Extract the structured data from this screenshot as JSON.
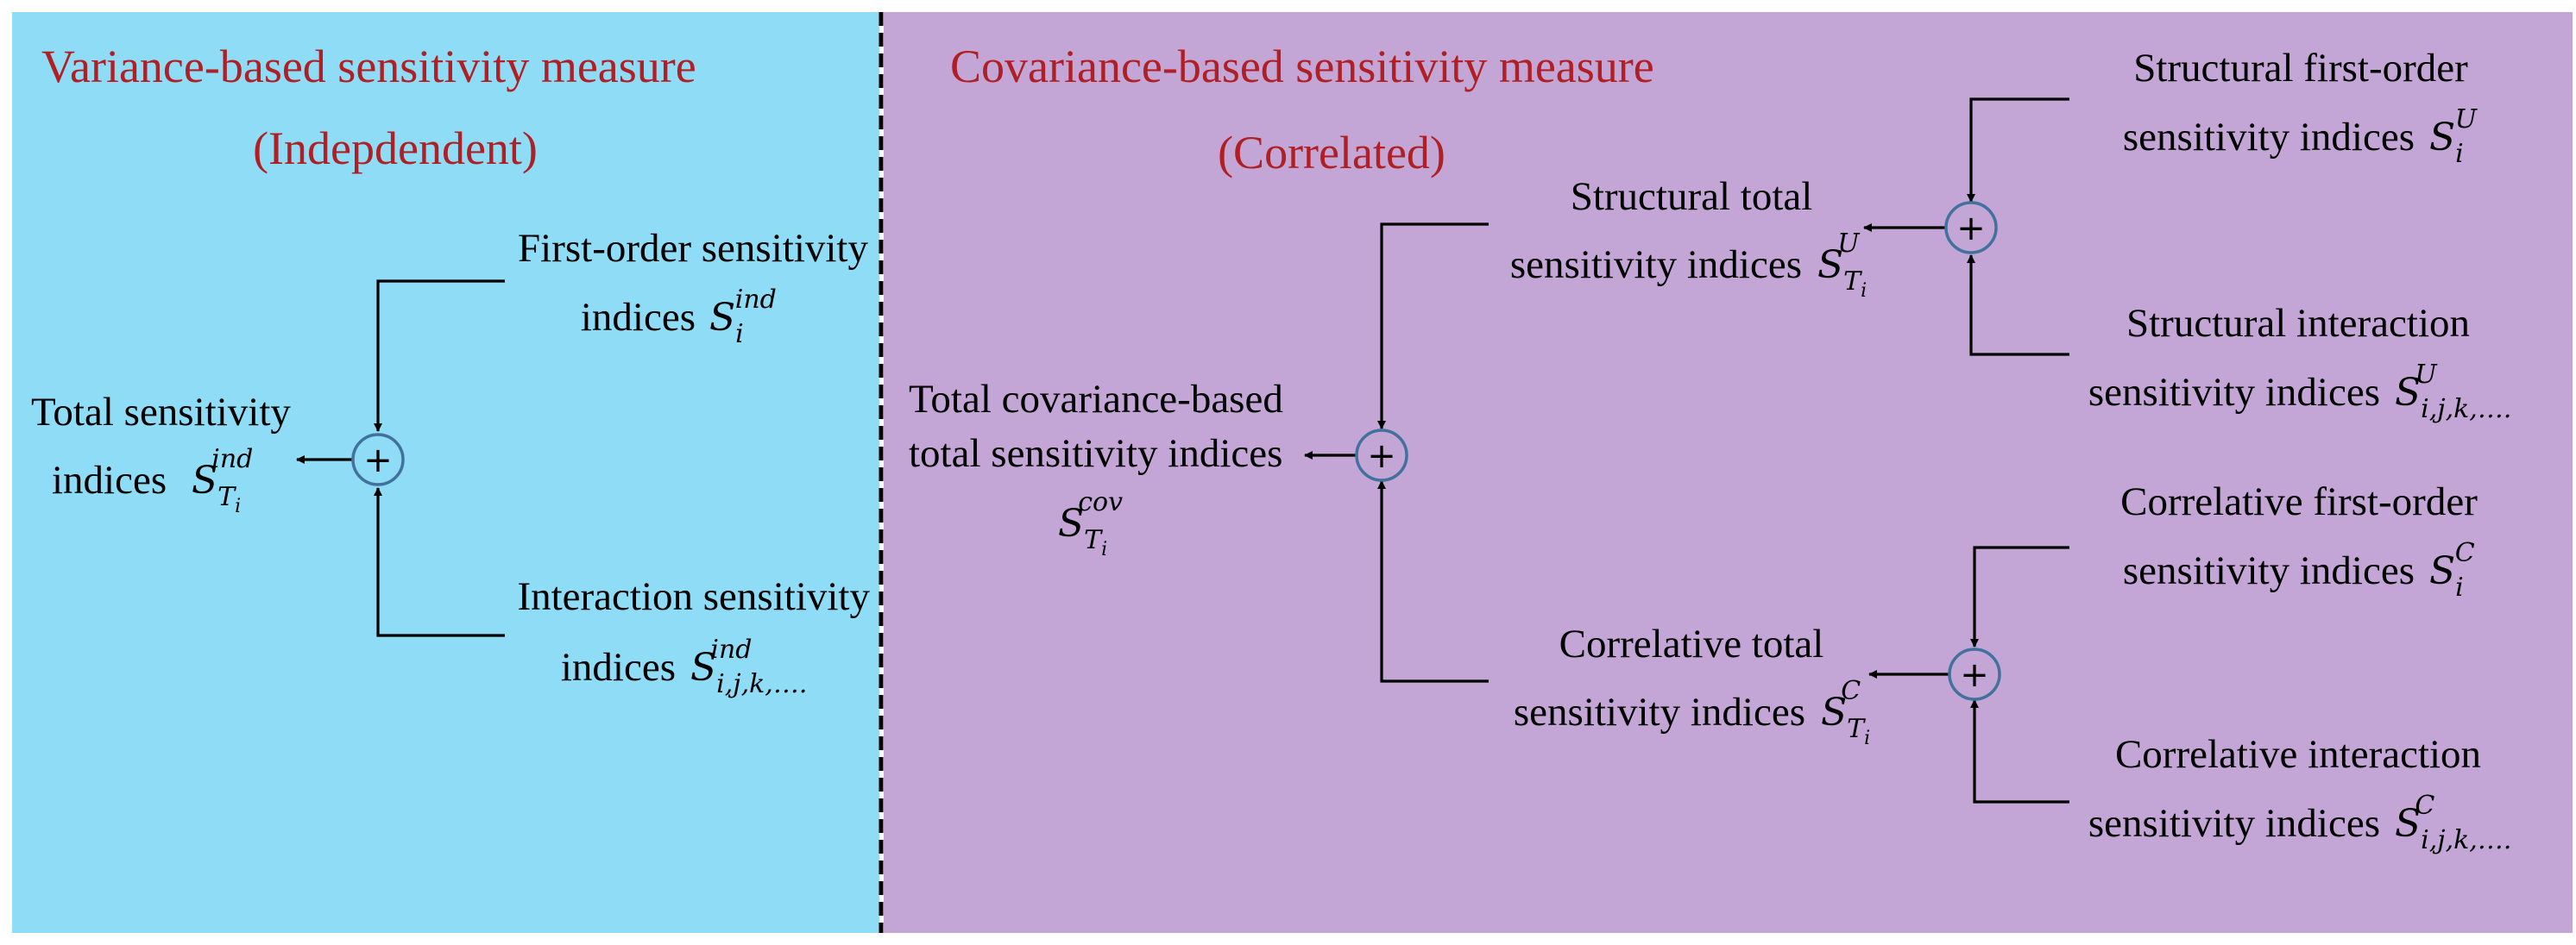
{
  "left_panel": {
    "color": "#8fdcf7",
    "title_line1": "Variance-based sensitivity measure",
    "title_line2": "(Indepdendent)",
    "top_input": {
      "line1": "First-order sensitivity",
      "line2": "indices",
      "symbol": "S",
      "sub": "i",
      "sup": "ind"
    },
    "bottom_input": {
      "line1": "Interaction sensitivity",
      "line2": "indices",
      "symbol": "S",
      "sub": "i,j,k,….",
      "sup": "ind"
    },
    "output": {
      "line1": "Total sensitivity",
      "line2": "indices",
      "symbol": "S",
      "sub": "T",
      "subsub": "i",
      "sup": "ind"
    }
  },
  "right_panel": {
    "color": "#c3a6d6",
    "title_line1": "Covariance-based sensitivity measure",
    "title_line2": "(Correlated)",
    "structural_first_order": {
      "line1": "Structural first-order",
      "line2": "sensitivity indices",
      "symbol": "S",
      "sub": "i",
      "sup": "U"
    },
    "structural_interaction": {
      "line1": "Structural interaction",
      "line2": "sensitivity indices",
      "symbol": "S",
      "sub": "i,j,k,….",
      "sup": "U"
    },
    "structural_total": {
      "line1": "Structural total",
      "line2": "sensitivity indices",
      "symbol": "S",
      "sub": "T",
      "subsub": "i",
      "sup": "U"
    },
    "correlative_first_order": {
      "line1": "Correlative first-order",
      "line2": "sensitivity indices",
      "symbol": "S",
      "sub": "i",
      "sup": "C"
    },
    "correlative_interaction": {
      "line1": "Correlative interaction",
      "line2": "sensitivity indices",
      "symbol": "S",
      "sub": "i,j,k,….",
      "sup": "C"
    },
    "correlative_total": {
      "line1": "Correlative total",
      "line2": "sensitivity indices",
      "symbol": "S",
      "sub": "T",
      "subsub": "i",
      "sup": "C"
    },
    "total_cov": {
      "line1": "Total covariance-based",
      "line2": "total sensitivity indices",
      "symbol": "S",
      "sub": "T",
      "subsub": "i",
      "sup": "cov"
    }
  },
  "operators": {
    "sum_symbol": "+"
  },
  "colors": {
    "title": "#b01f24",
    "node_circle": "#41719c",
    "divider": "#000000"
  }
}
